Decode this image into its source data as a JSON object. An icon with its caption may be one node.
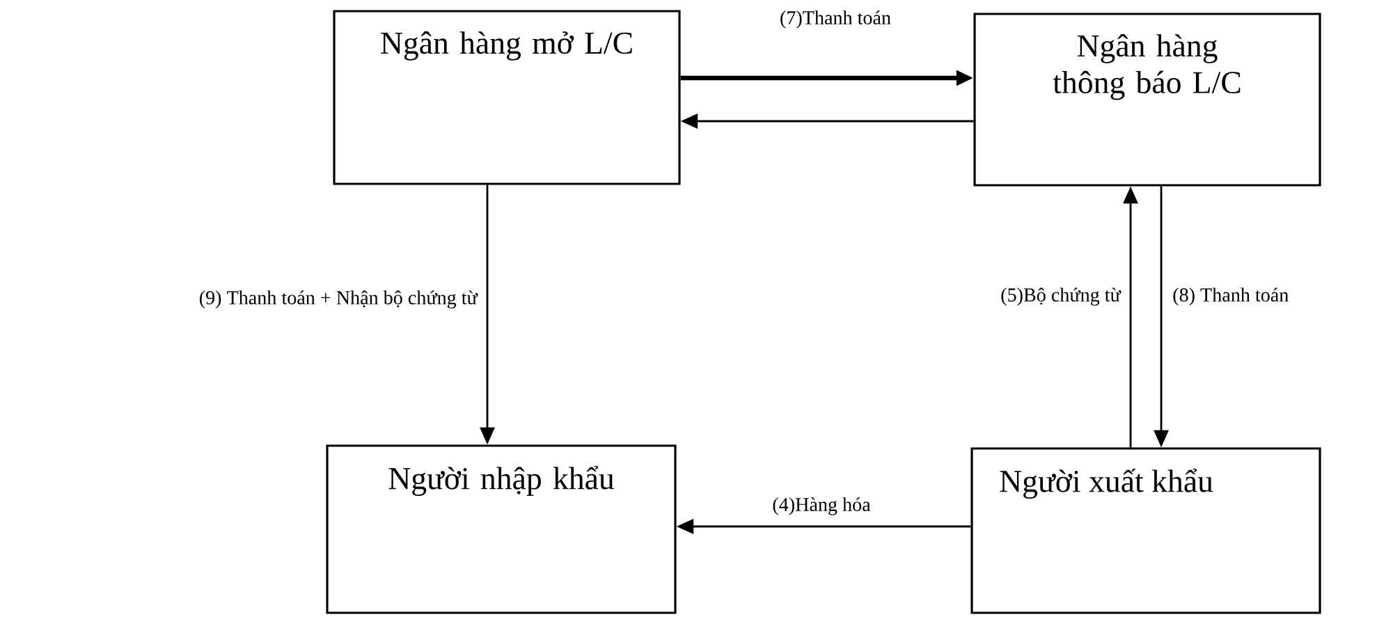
{
  "diagram": {
    "nodes": [
      {
        "text": [
          "Ngân hàng mở L/C"
        ]
      },
      {
        "text": [
          "Ngân hàng thông báo L/C"
        ]
      },
      {
        "text": [
          "Người nhập khẩu"
        ]
      },
      {
        "text": [
          "Người xuất khẩu"
        ]
      }
    ],
    "edges": [
      {
        "from": 0,
        "to": 1,
        "arrow": "to",
        "label": "(7)Thanh toán",
        "style": "thick"
      },
      {
        "from": 1,
        "to": 0,
        "arrow": "to"
      },
      {
        "from": 0,
        "to": 2,
        "arrow": "to",
        "label": "(9) Thanh toán + Nhận bộ chứng từ"
      },
      {
        "from": 3,
        "to": 1,
        "arrow": "to",
        "label": "(5)Bộ chứng từ"
      },
      {
        "from": 1,
        "to": 3,
        "arrow": "to",
        "label": "(8) Thanh toán"
      },
      {
        "from": 3,
        "to": 2,
        "arrow": "to",
        "label": "(4)Hàng hóa"
      }
    ]
  }
}
